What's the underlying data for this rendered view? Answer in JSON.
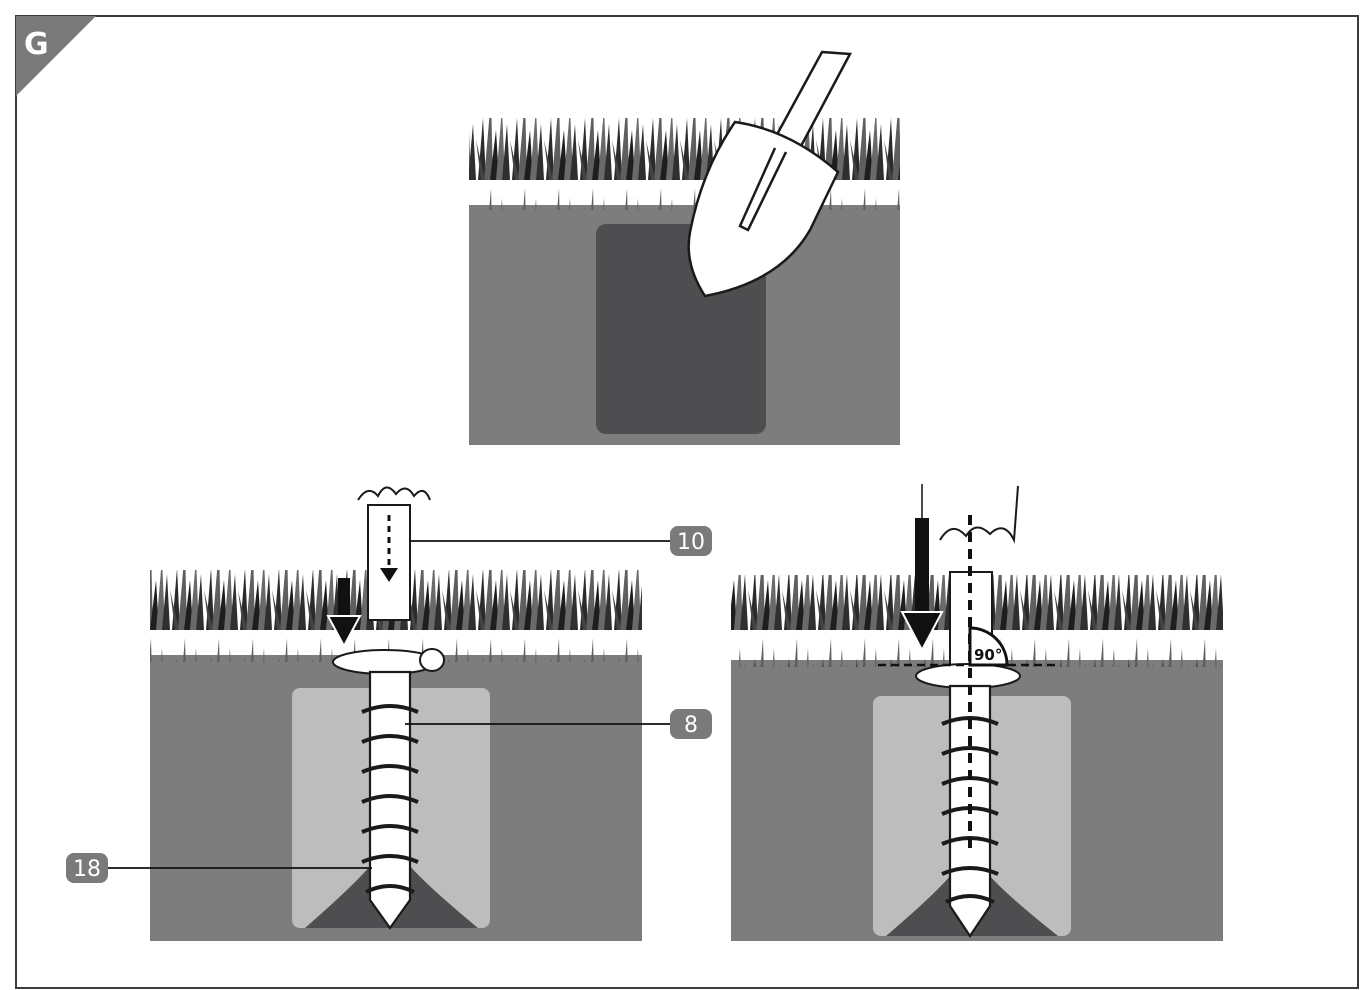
{
  "section_label": "G",
  "callouts": {
    "c10": "10",
    "c8": "8",
    "c18": "18"
  },
  "angle_label": "90°",
  "colors": {
    "frame": "#3c3c3c",
    "soil": "#7d7d7d",
    "hole_dark": "#4e4e50",
    "hole_light": "#bdbdbd",
    "grass_dark": "#2b2b2b",
    "grass_mid": "#5f5f5f",
    "badge": "#7a7a7a",
    "tool": "#ffffff",
    "outline": "#1a1a1a"
  },
  "icons": {
    "top_panel": "shovel-icon",
    "bottom_left": "ground-screw-icon",
    "bottom_right": "level-check-icon"
  }
}
